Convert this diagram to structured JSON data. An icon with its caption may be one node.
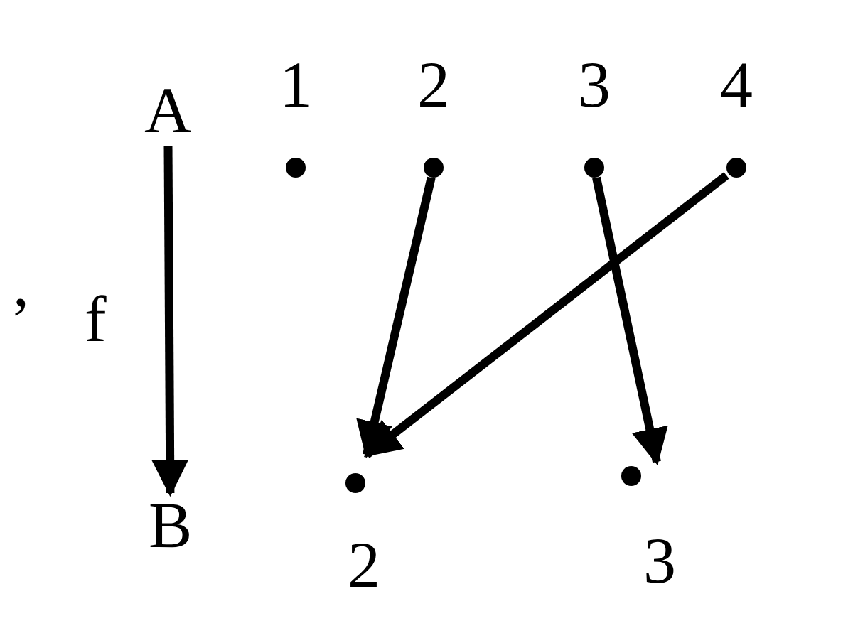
{
  "diagram": {
    "nodes": [
      {
        "text": [
          "A"
        ]
      },
      {
        "text": [
          "B"
        ]
      },
      {
        "text": [],
        "shape": "circle",
        "beside": [
          "1"
        ]
      },
      {
        "text": [],
        "shape": "circle",
        "beside": [
          "2"
        ]
      },
      {
        "text": [],
        "shape": "circle",
        "beside": [
          "3"
        ]
      },
      {
        "text": [],
        "shape": "circle",
        "beside": [
          "4"
        ]
      },
      {
        "text": [],
        "shape": "circle",
        "beside": [
          "2"
        ]
      },
      {
        "text": [],
        "shape": "circle",
        "beside": [
          "3"
        ]
      }
    ],
    "edges": [
      {
        "from": 0,
        "to": 1,
        "arrow": "to",
        "label": "f"
      },
      {
        "from": 3,
        "to": 6,
        "arrow": "to"
      },
      {
        "from": 5,
        "to": 6,
        "arrow": "to"
      },
      {
        "from": 4,
        "to": 7,
        "arrow": "to"
      }
    ],
    "labels": [
      ","
    ]
  }
}
